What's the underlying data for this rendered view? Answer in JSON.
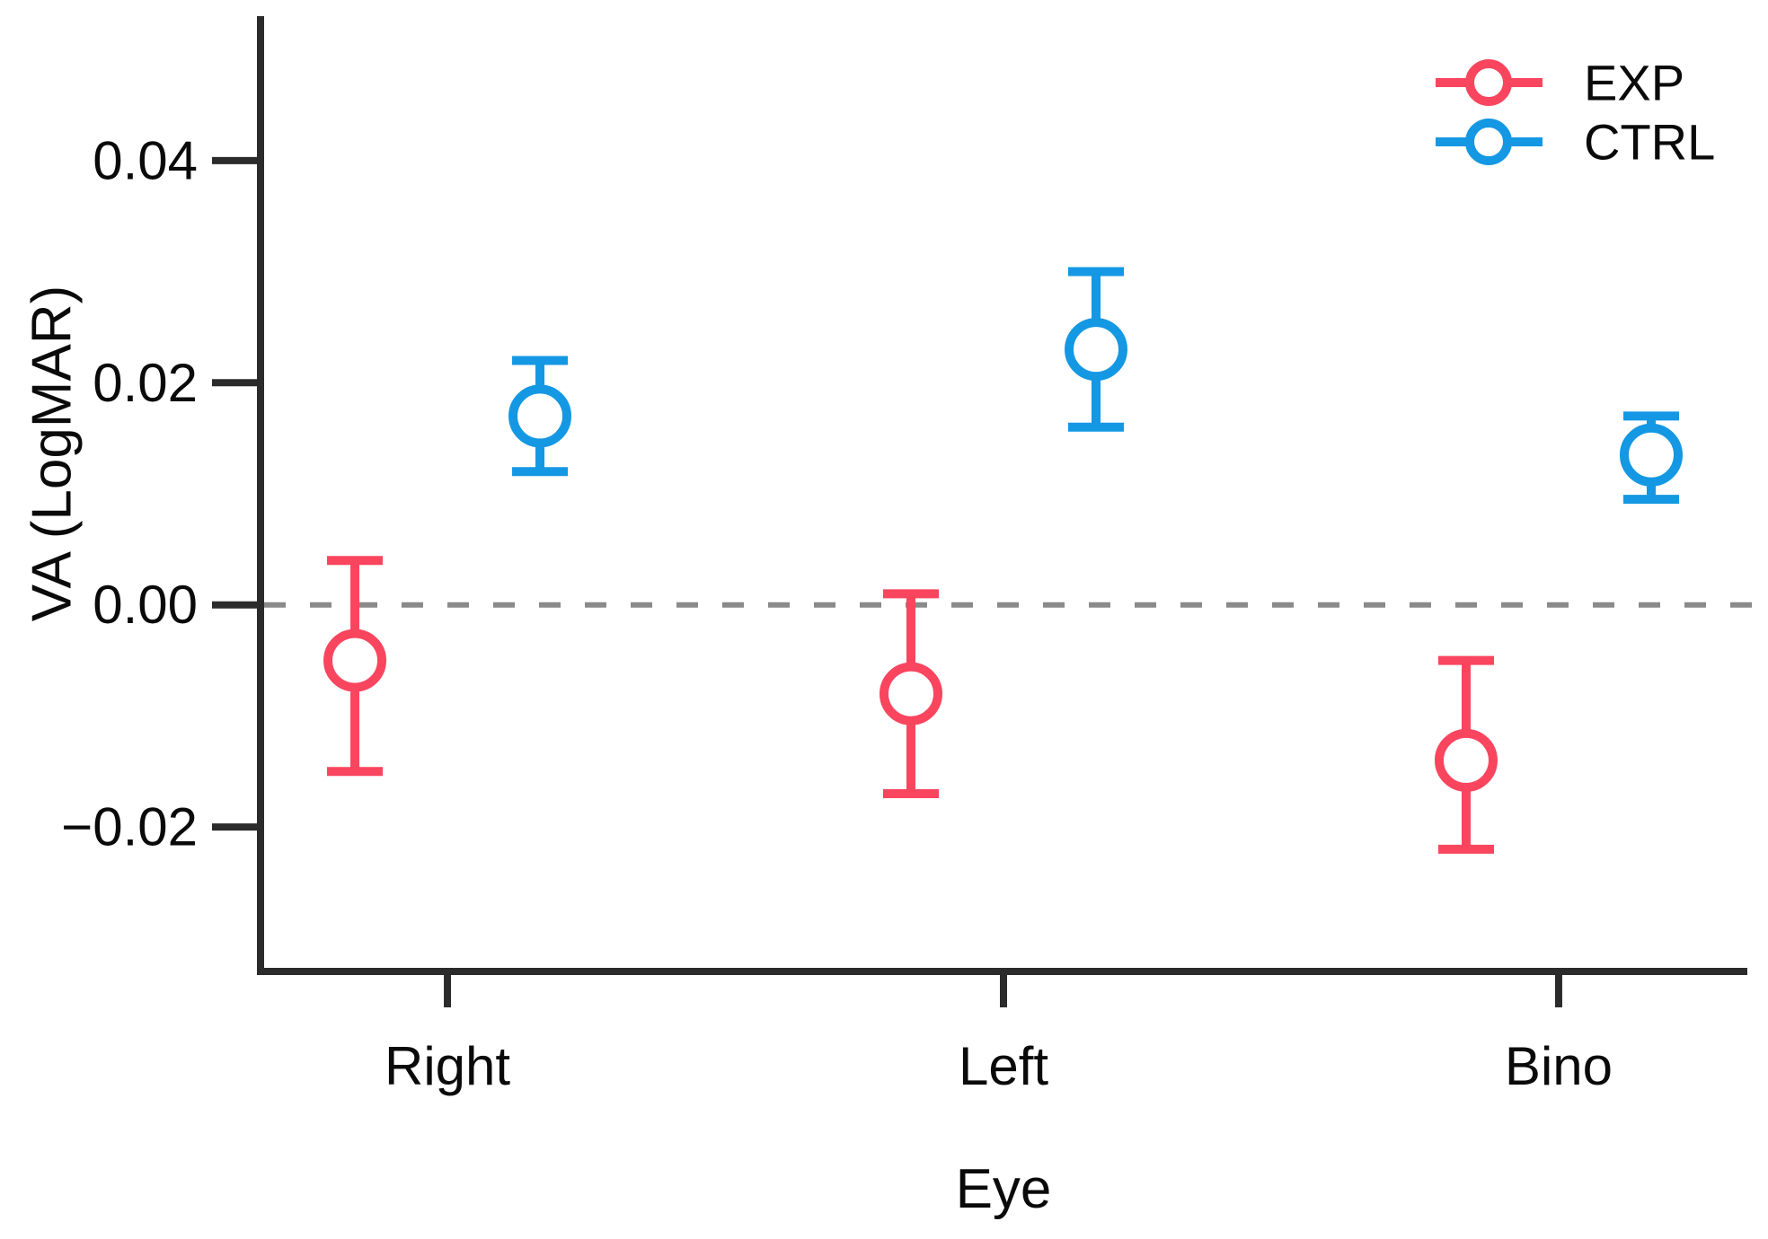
{
  "chart_data": {
    "type": "scatter",
    "title": "",
    "xlabel": "Eye",
    "ylabel": "VA (LogMAR)",
    "categories": [
      "Right",
      "Left",
      "Bino"
    ],
    "ylim": [
      -0.033,
      0.053
    ],
    "yticks": [
      {
        "value": 0.04,
        "label": "0.04"
      },
      {
        "value": 0.02,
        "label": "0.02"
      },
      {
        "value": 0.0,
        "label": "0.00"
      },
      {
        "value": -0.02,
        "label": "−0.02"
      }
    ],
    "grid": "off",
    "zero_line": {
      "value": 0.0,
      "style": "dashed",
      "color": "#8a8a8a"
    },
    "legend": {
      "position": "top-right"
    },
    "axis_color": "#2b2b2b",
    "series": [
      {
        "name": "EXP",
        "color": "#FA455E",
        "points": [
          {
            "category": "Right",
            "mean": -0.005,
            "ci_low": -0.015,
            "ci_high": 0.004
          },
          {
            "category": "Left",
            "mean": -0.008,
            "ci_low": -0.017,
            "ci_high": 0.001
          },
          {
            "category": "Bino",
            "mean": -0.014,
            "ci_low": -0.022,
            "ci_high": -0.005
          }
        ]
      },
      {
        "name": "CTRL",
        "color": "#1498E3",
        "points": [
          {
            "category": "Right",
            "mean": 0.017,
            "ci_low": 0.012,
            "ci_high": 0.022
          },
          {
            "category": "Left",
            "mean": 0.023,
            "ci_low": 0.016,
            "ci_high": 0.03
          },
          {
            "category": "Bino",
            "mean": 0.0135,
            "ci_low": 0.0095,
            "ci_high": 0.017
          }
        ]
      }
    ]
  }
}
